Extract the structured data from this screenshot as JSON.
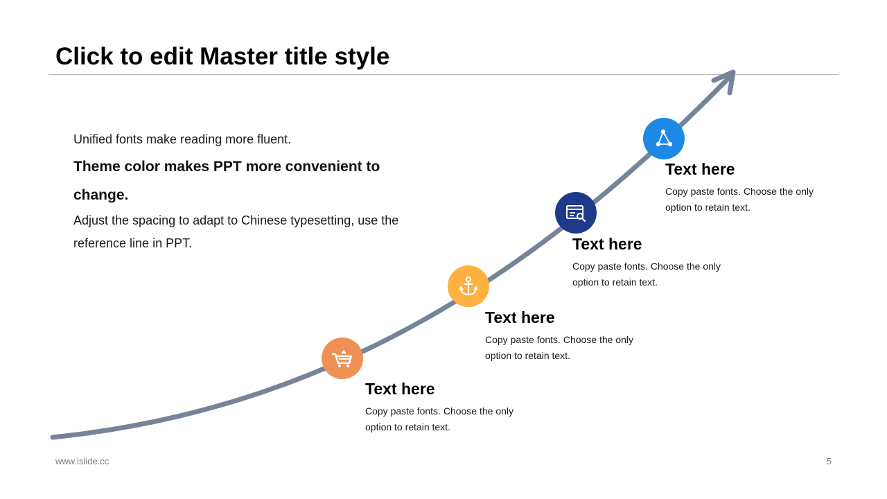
{
  "slide": {
    "title": "Click to edit Master title style",
    "intro": {
      "line1": "Unified fonts make reading more fluent.",
      "line2": "Theme color makes PPT more convenient to change.",
      "line3": "Adjust the spacing to adapt to Chinese typesetting, use the reference line in PPT."
    },
    "steps": [
      {
        "heading": "Text here",
        "desc": "Copy paste fonts. Choose the only option to retain text.",
        "icon": "shopping-cart-icon",
        "color": "#EE9155"
      },
      {
        "heading": "Text here",
        "desc": "Copy paste fonts. Choose the only option to retain text.",
        "icon": "anchor-icon",
        "color": "#FDB141"
      },
      {
        "heading": "Text here",
        "desc": "Copy paste fonts. Choose the only option to retain text.",
        "icon": "search-document-icon",
        "color": "#1E3A8A"
      },
      {
        "heading": "Text here",
        "desc": "Copy paste fonts. Choose the only option to retain text.",
        "icon": "share-icon",
        "color": "#1E88E5"
      }
    ],
    "footer": {
      "site": "www.islide.cc",
      "page": "5"
    },
    "colors": {
      "curve": "#76849A",
      "icon_fg": "#FFFFFF"
    }
  }
}
